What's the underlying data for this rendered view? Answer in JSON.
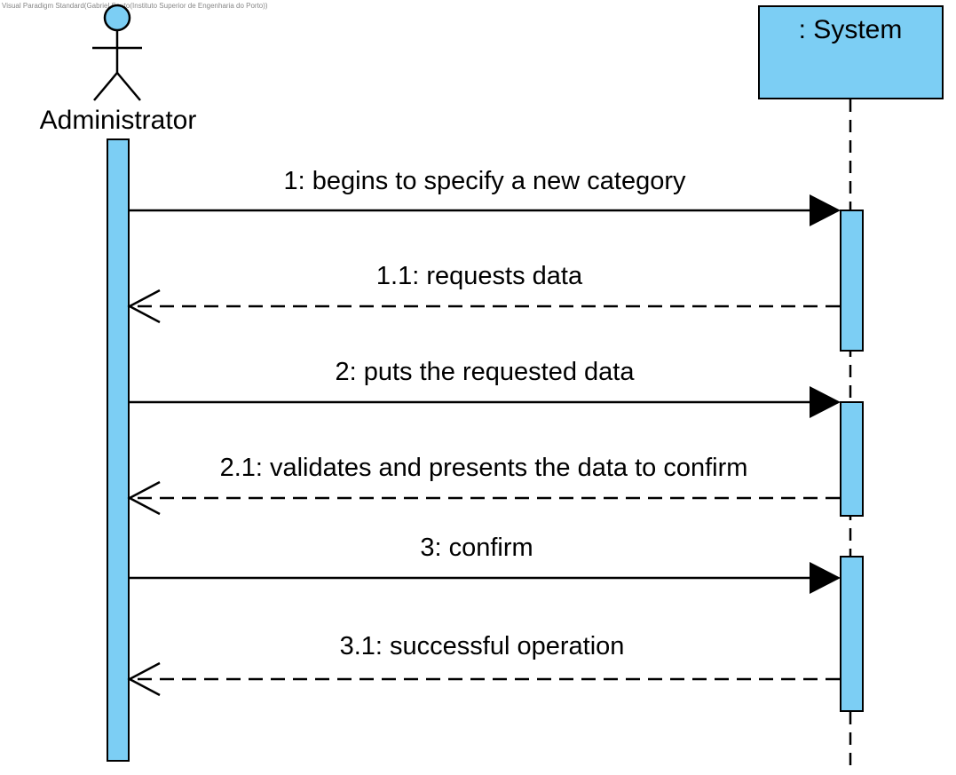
{
  "watermark": "Visual Paradigm Standard(Gabriel Souto(Instituto Superior de Engenharia do Porto))",
  "actor": {
    "name": "Administrator"
  },
  "system": {
    "name": ": System"
  },
  "messages": [
    {
      "label": "1: begins to specify a new category",
      "kind": "sync"
    },
    {
      "label": "1.1: requests data",
      "kind": "return"
    },
    {
      "label": "2: puts the requested data",
      "kind": "sync"
    },
    {
      "label": "2.1: validates and presents the data to confirm",
      "kind": "return"
    },
    {
      "label": "3: confirm",
      "kind": "sync"
    },
    {
      "label": "3.1: successful operation",
      "kind": "return"
    }
  ],
  "colors": {
    "fill": "#7ccef4",
    "stroke": "#000000",
    "background": "#ffffff"
  }
}
